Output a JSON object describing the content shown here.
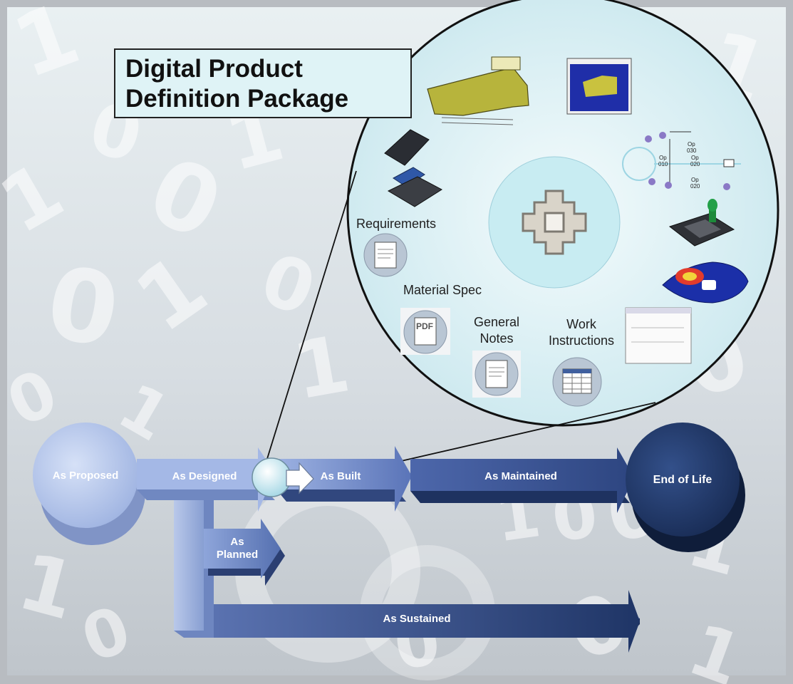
{
  "title": {
    "line1": "Digital Product",
    "line2": "Definition Package"
  },
  "package_items": {
    "requirements": "Requirements",
    "material_spec": "Material Spec",
    "pdf_icon_text": "PDF",
    "general_notes_line1": "General",
    "general_notes_line2": "Notes",
    "work_instructions_line1": "Work",
    "work_instructions_line2": "Instructions"
  },
  "process_flow": {
    "op_030": [
      "Op",
      "030"
    ],
    "op_010": [
      "Op",
      "010"
    ],
    "op_020a": [
      "Op",
      "020"
    ],
    "op_020b": [
      "Op",
      "020"
    ]
  },
  "lifecycle": {
    "as_proposed": "As Proposed",
    "as_designed": "As Designed",
    "as_built": "As Built",
    "as_maintained": "As Maintained",
    "end_of_life": "End of Life",
    "as_planned_line1": "As",
    "as_planned_line2": "Planned",
    "as_sustained": "As Sustained"
  },
  "colors": {
    "proposed": "#b8c9ec",
    "designed": "#a5b9e6",
    "built": "#5a74b8",
    "maintained": "#3b5495",
    "end_of_life": "#243a6b",
    "sustained": "#2c4379",
    "package_circle": "#e4f4f6"
  }
}
